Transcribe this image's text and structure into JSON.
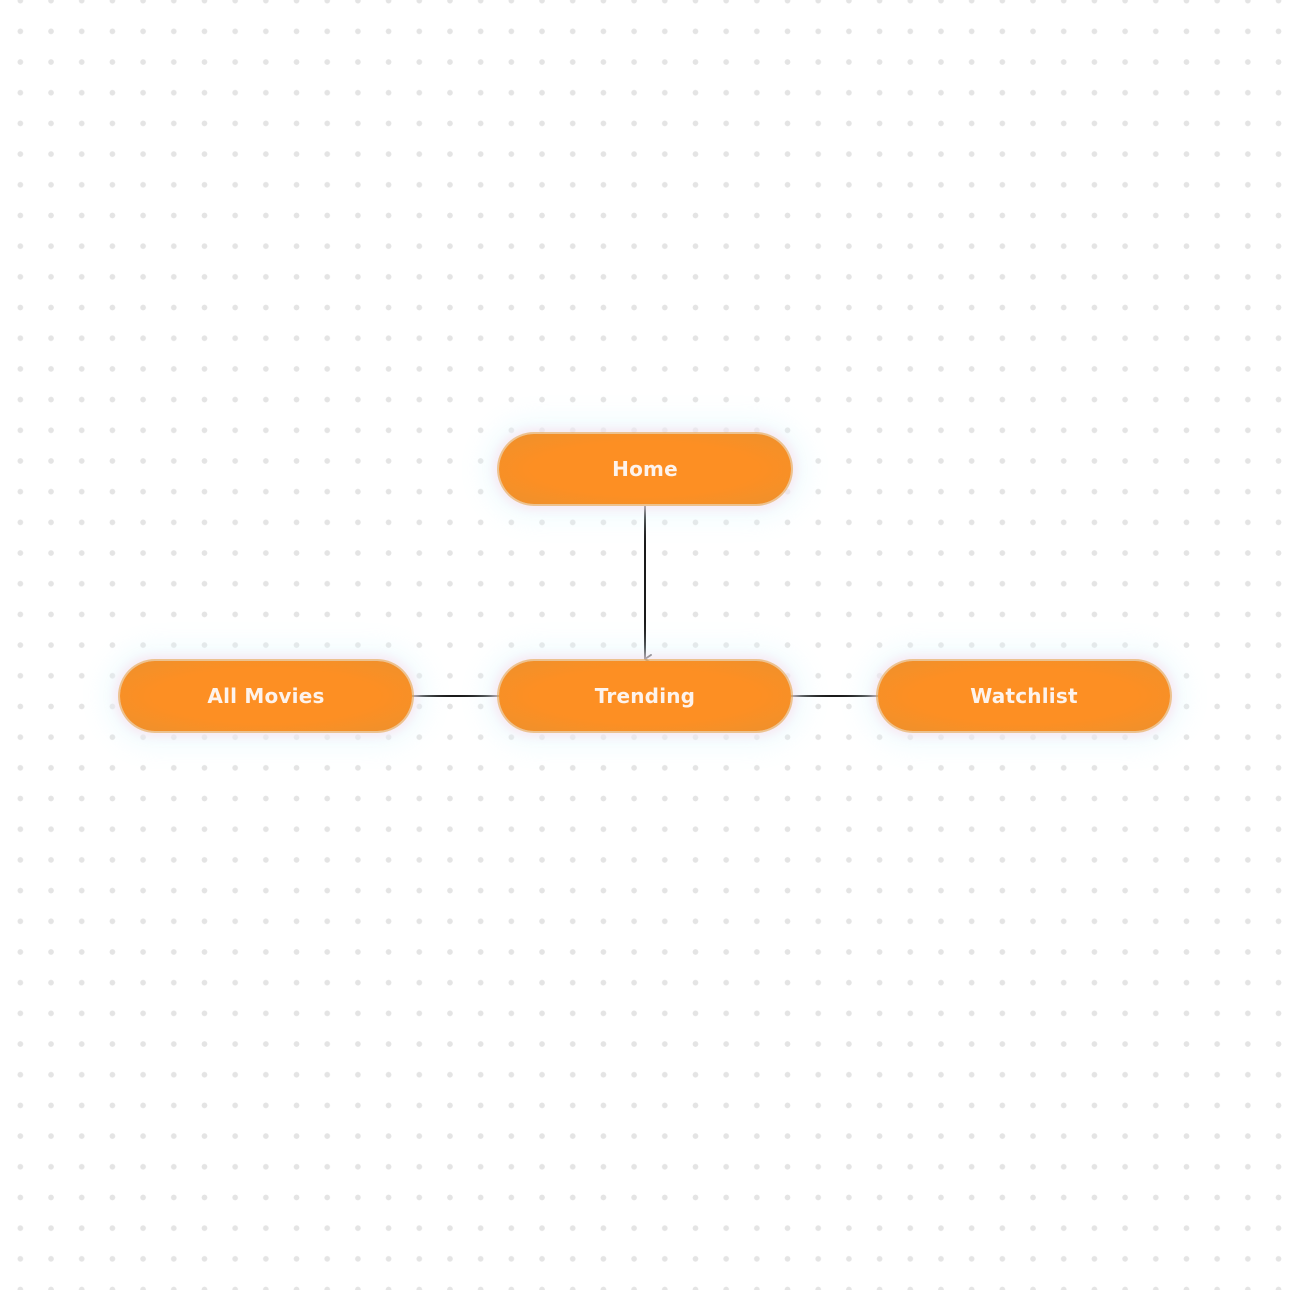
{
  "diagram": {
    "nodes": [
      {
        "id": "home",
        "label": "Home"
      },
      {
        "id": "all-movies",
        "label": "All Movies"
      },
      {
        "id": "trending",
        "label": "Trending"
      },
      {
        "id": "watchlist",
        "label": "Watchlist"
      }
    ],
    "edges": [
      {
        "from": "home",
        "to": "trending",
        "arrow": true
      },
      {
        "from": "all-movies",
        "to": "trending",
        "arrow": false
      },
      {
        "from": "trending",
        "to": "watchlist",
        "arrow": false
      }
    ]
  },
  "colors": {
    "node_fill": "#fd8f23",
    "node_text": "#fdf3ec",
    "connector": "#1a1a1a",
    "background_dots": "#e4e4e4"
  }
}
